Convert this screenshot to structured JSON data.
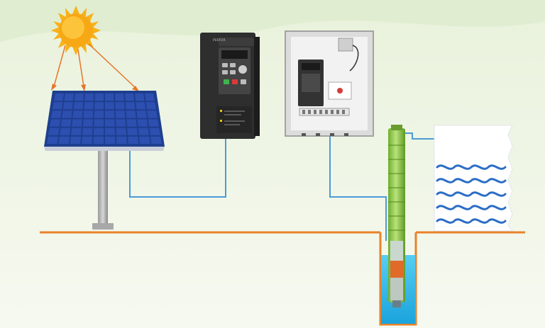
{
  "diagram": {
    "type": "solar-water-pumping-system",
    "components": [
      {
        "id": "sun",
        "icon": "sun-icon"
      },
      {
        "id": "solar-panel",
        "icon": "solar-panel-icon"
      },
      {
        "id": "inverter",
        "icon": "inverter-icon",
        "brand_text": "PEKTOR"
      },
      {
        "id": "control-box",
        "icon": "control-box-icon"
      },
      {
        "id": "submersible-pump",
        "icon": "pump-icon"
      },
      {
        "id": "water-tank",
        "icon": "water-tank-icon"
      }
    ],
    "colors": {
      "background_top": "#e9f2dc",
      "background_bottom": "#f6f9f0",
      "sun": "#f7b21a",
      "sun_rays": "#e8752a",
      "panel_cells": "#2d4fb0",
      "wire": "#4b9bd6",
      "ground_line": "#e8822a",
      "well_water": "#29b6e8",
      "pump_body": "#8fca3e",
      "inverter_body": "#2e2e2e",
      "control_box": "#eeeeee"
    }
  }
}
